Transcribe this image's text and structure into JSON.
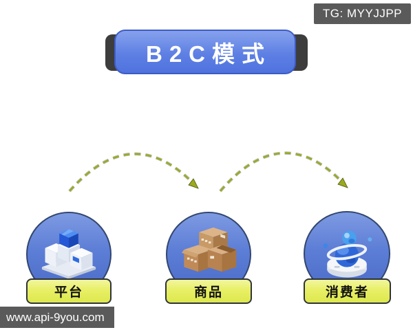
{
  "badge": {
    "text": "TG: MYYJJPP"
  },
  "title": {
    "text": "B2C模式"
  },
  "diagram": {
    "nodes": [
      {
        "id": "platform",
        "label": "平台",
        "icon": "platform-cubes-icon"
      },
      {
        "id": "goods",
        "label": "商品",
        "icon": "cardboard-boxes-icon"
      },
      {
        "id": "consumer",
        "label": "消费者",
        "icon": "hologram-sphere-icon"
      }
    ],
    "edges": [
      {
        "from": "平台",
        "to": "商品",
        "style": "dashed-arc-arrow"
      },
      {
        "from": "商品",
        "to": "消费者",
        "style": "dashed-arc-arrow"
      }
    ]
  },
  "watermark": {
    "text": "www.api-9you.com"
  },
  "colors": {
    "title_blue": "#5e80e4",
    "title_shadow": "#3d3d3d",
    "circle_blue": "#5d7ed6",
    "circle_border": "#32466e",
    "label_yellow": "#e8ef66",
    "label_border": "#2f3338",
    "arrow_olive": "#9aaa1c",
    "badge_gray": "#5a5a5a",
    "background": "#ffffff"
  }
}
